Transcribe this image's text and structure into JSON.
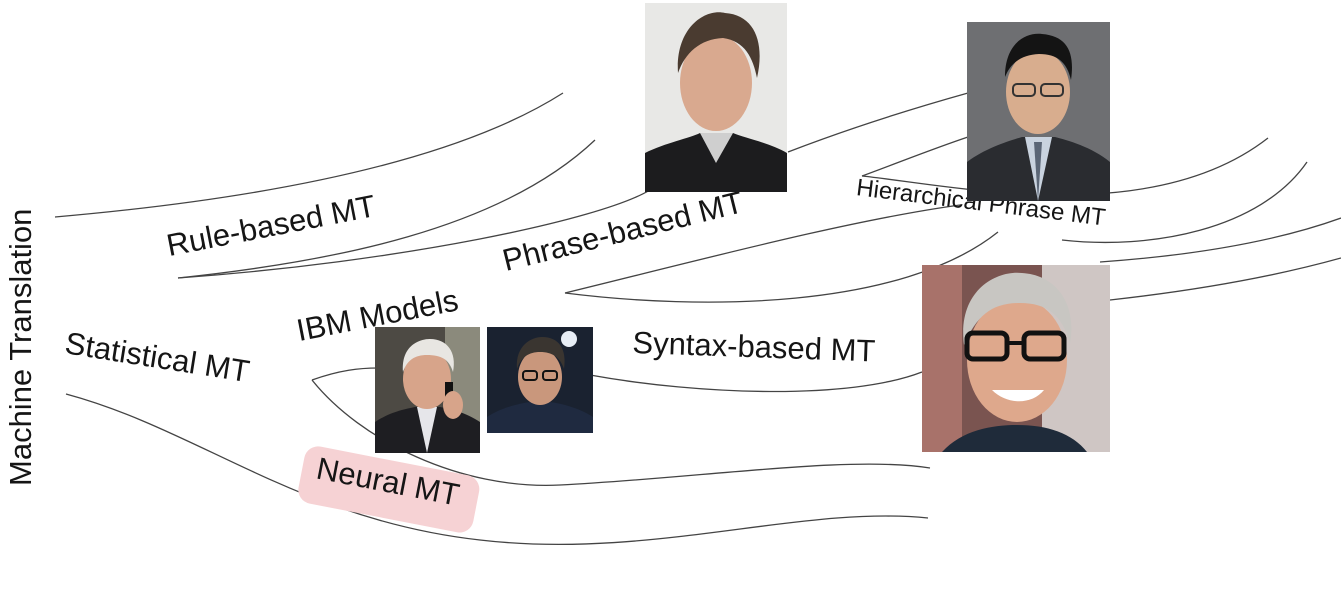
{
  "root_label": "Machine Translation",
  "branches": {
    "rule_based": "Rule-based MT",
    "statistical": "Statistical MT",
    "ibm_models": "IBM Models",
    "phrase_based": "Phrase-based MT",
    "hierarchical_phrase": "Hierarchical Phrase MT",
    "syntax_based": "Syntax-based MT",
    "neural": "Neural MT"
  },
  "highlight_color": "#f6d2d4",
  "portraits": [
    {
      "icon": "portrait-photo",
      "associated_branch": "phrase_based"
    },
    {
      "icon": "portrait-photo",
      "associated_branch": "hierarchical_phrase"
    },
    {
      "icon": "portrait-photo",
      "associated_branch": "syntax_based"
    },
    {
      "icon": "portrait-photo",
      "associated_branch": "ibm_models"
    },
    {
      "icon": "portrait-photo",
      "associated_branch": "ibm_models"
    }
  ]
}
